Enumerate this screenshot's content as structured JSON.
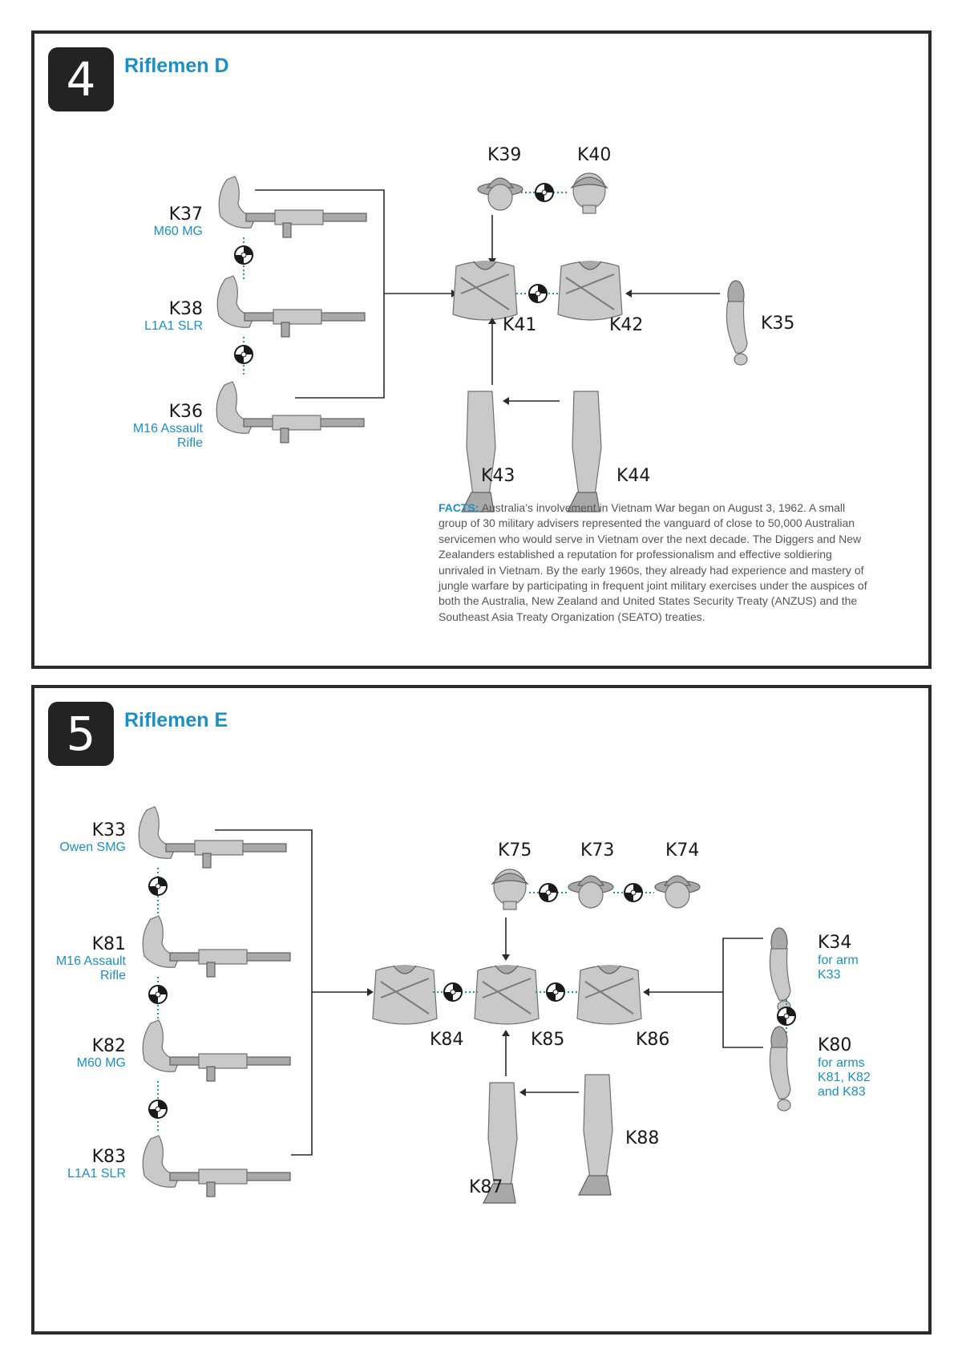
{
  "step4": {
    "number": "4",
    "title": "Riflemen D",
    "arms": [
      {
        "code": "K37",
        "label": "M60 MG"
      },
      {
        "code": "K38",
        "label": "L1A1 SLR"
      },
      {
        "code": "K36",
        "label_line1": "M16 Assault",
        "label_line2": "Rifle"
      }
    ],
    "heads": [
      "K39",
      "K40"
    ],
    "torsos": [
      "K41",
      "K42"
    ],
    "arm_right": "K35",
    "legs": [
      "K43",
      "K44"
    ],
    "facts_label": "FACTS:",
    "facts_text": "Australia’s involvement in Vietnam War began on August 3, 1962.  A small group of 30 military advisers represented the vanguard of close to 50,000 Australian servicemen who would serve in Vietnam over the next decade.  The Diggers and New Zealanders established a reputation for professionalism and effective soldiering unrivaled in Vietnam. By the early 1960s, they already had experience and mastery of jungle warfare by participating in frequent joint military exercises under the auspices of both the Australia, New Zealand and United States Security Treaty (ANZUS) and the Southeast Asia Treaty Organization (SEATO) treaties."
  },
  "step5": {
    "number": "5",
    "title": "Riflemen E",
    "arms": [
      {
        "code": "K33",
        "label": "Owen SMG"
      },
      {
        "code": "K81",
        "label_line1": "M16 Assault",
        "label_line2": "Rifle"
      },
      {
        "code": "K82",
        "label": "M60 MG"
      },
      {
        "code": "K83",
        "label": "L1A1 SLR"
      }
    ],
    "heads": [
      "K75",
      "K73",
      "K74"
    ],
    "torsos": [
      "K84",
      "K85",
      "K86"
    ],
    "arm_options": [
      {
        "code": "K34",
        "label_line1": "for arm",
        "label_line2": "K33"
      },
      {
        "code": "K80",
        "label_line1": "for arms",
        "label_line2": "K81, K82",
        "label_line3": "and K83"
      }
    ],
    "legs": [
      "K87",
      "K88"
    ]
  },
  "colors": {
    "accent": "#1c8fc4",
    "badge": "#232323",
    "border": "#2b2b2b",
    "part": "#c9c9c9"
  },
  "icons": {
    "alternative": "alternative-choice-icon"
  }
}
